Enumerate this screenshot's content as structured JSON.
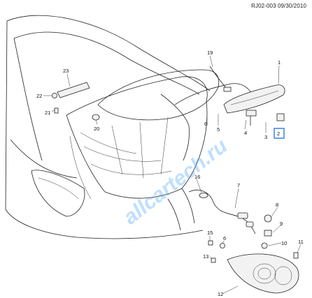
{
  "header": {
    "ref": "RJ02-003 09/30/2010"
  },
  "watermark": "allcartech.ru",
  "highlight_color": "#2c7be5",
  "callouts": [
    "1",
    "2",
    "3",
    "4",
    "5",
    "6",
    "7",
    "8",
    "9",
    "10",
    "11",
    "12",
    "15",
    "16",
    "19",
    "20",
    "21",
    "22",
    "23"
  ]
}
